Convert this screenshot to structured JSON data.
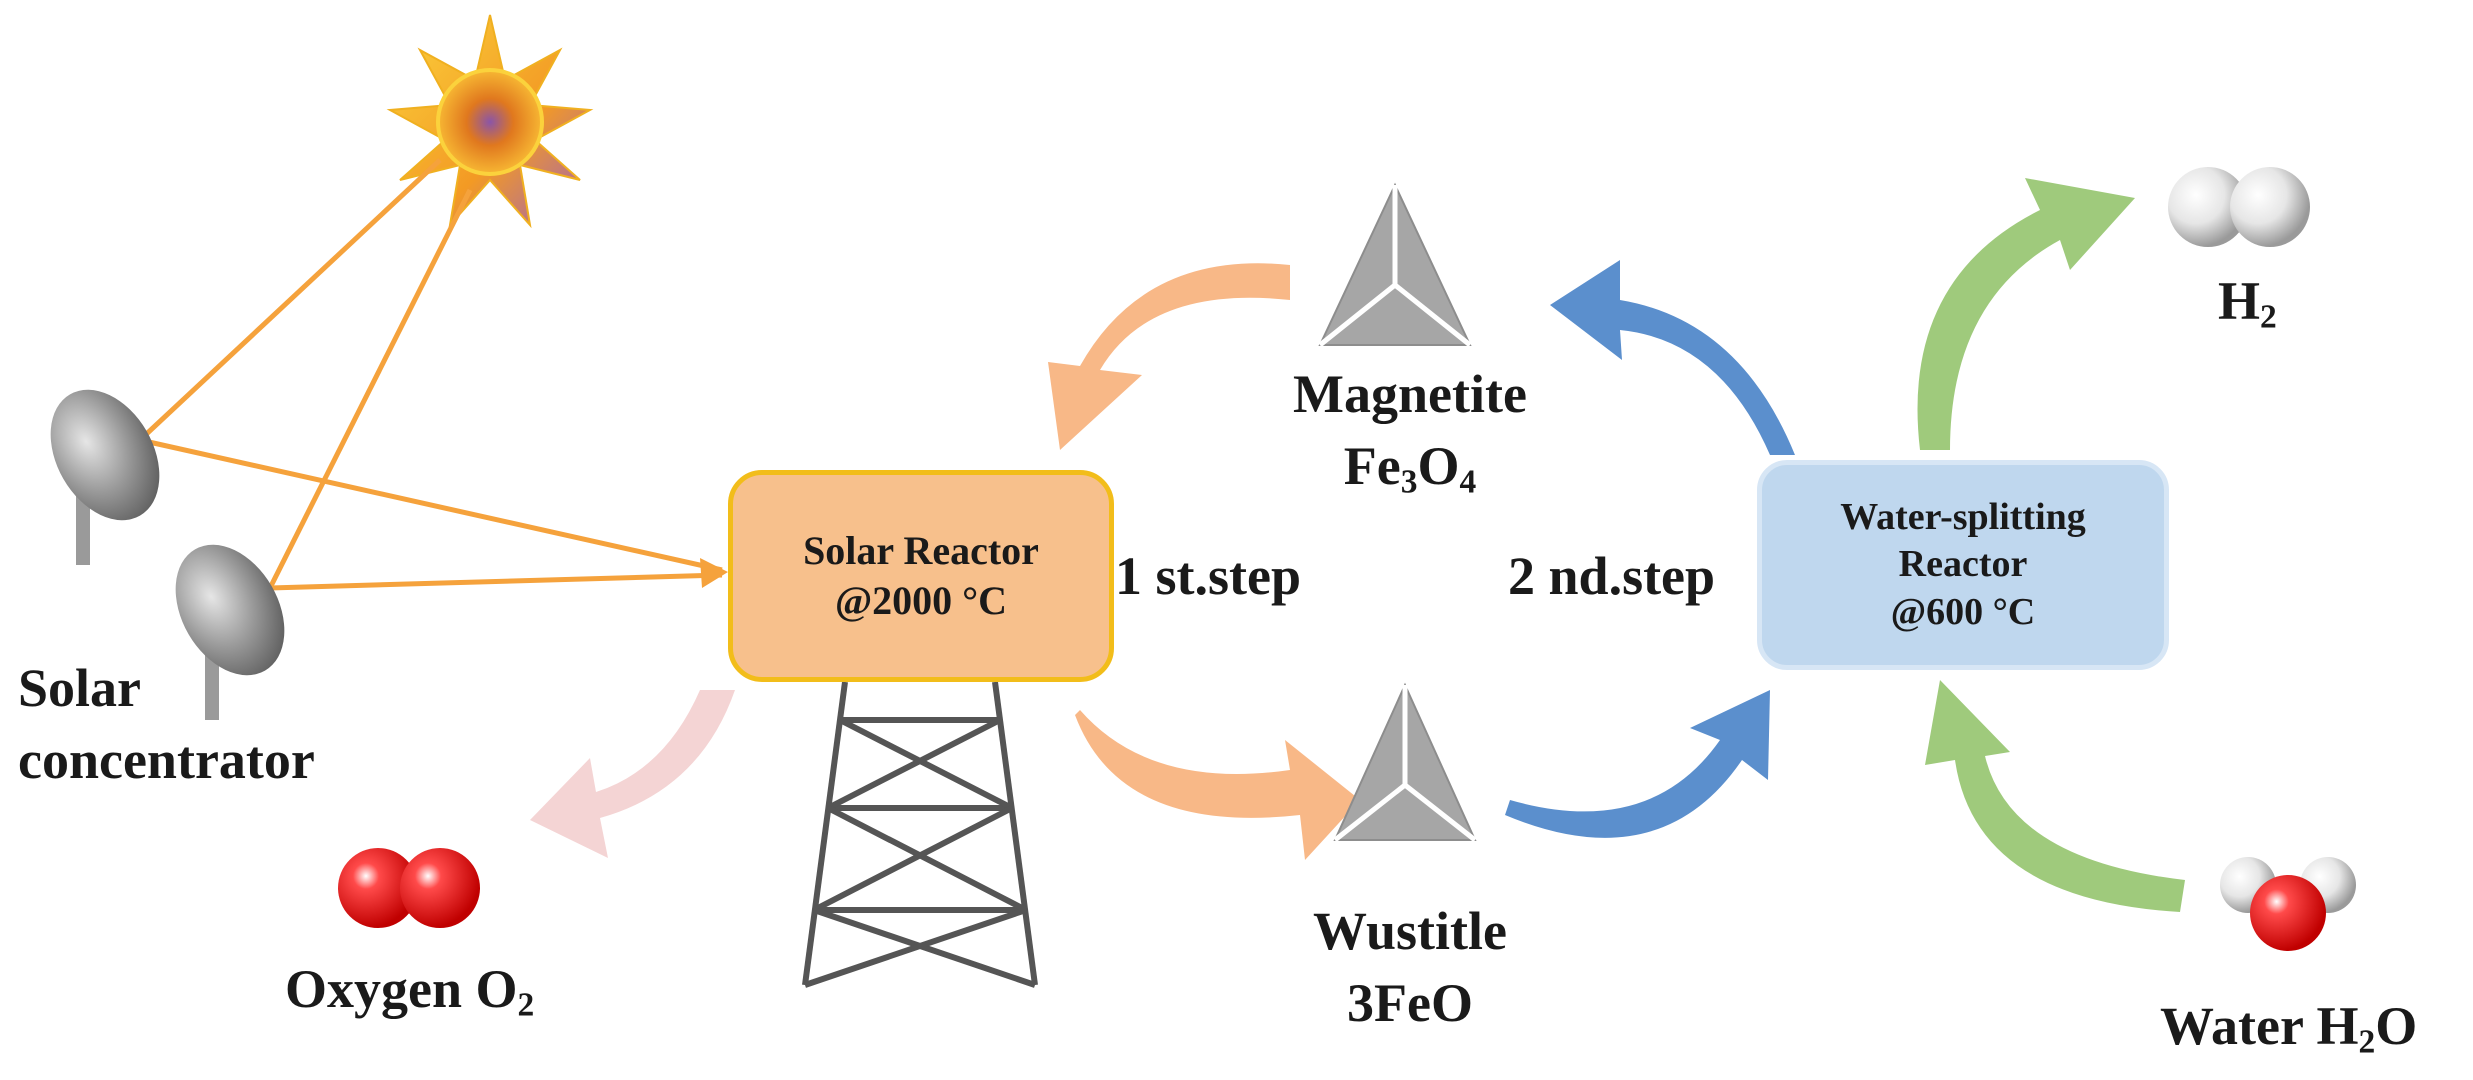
{
  "labels": {
    "solar_concentrator_line1": "Solar",
    "solar_concentrator_line2": "concentrator",
    "oxygen_text": "Oxygen O",
    "oxygen_sub": "2",
    "magnetite_name": "Magnetite",
    "magnetite_formula_parts": [
      "Fe",
      "3",
      "O",
      "4"
    ],
    "wustite_name": "Wustitle",
    "wustite_formula": "3FeO",
    "step1": "1 st.step",
    "step2": "2 nd.step",
    "hydrogen_text": "H",
    "hydrogen_sub": "2",
    "water_text": "Water H",
    "water_sub": "2",
    "water_tail": "O"
  },
  "solar_reactor": {
    "line1": "Solar Reactor",
    "line2": "@2000 °C"
  },
  "water_reactor": {
    "line1": "Water-splitting",
    "line2": "Reactor",
    "line3": "@600 °C"
  },
  "colors": {
    "solar_reactor_fill": "#f7c08c",
    "solar_reactor_border": "#f2bd1a",
    "water_reactor_fill": "#bfd7ee",
    "orange_arrow": "#f8b887",
    "blue_arrow": "#5b8fcd",
    "green_arrow": "#9fca7c",
    "pink_arrow": "#f4d4d4",
    "sun_ray_line": "#f5a23c",
    "tetrahedron": "#a6a6a6"
  }
}
